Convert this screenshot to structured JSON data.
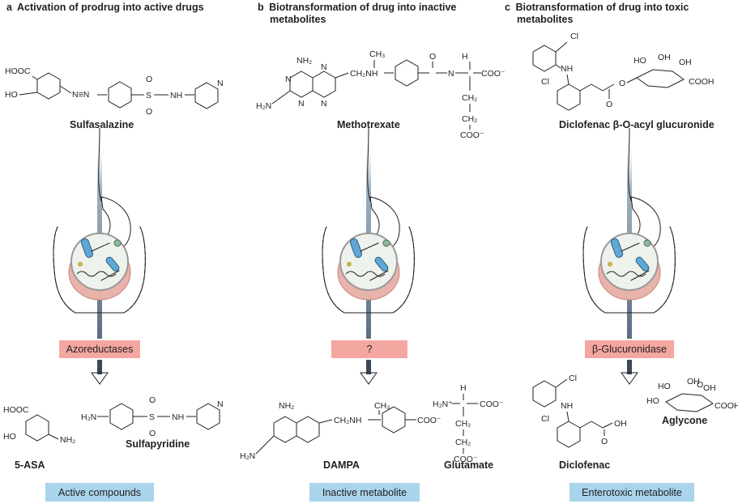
{
  "panels": [
    {
      "letter": "a",
      "title": "Activation of prodrug into active drugs",
      "substrate": "Sulfasalazine",
      "enzyme": "Azoreductases",
      "products": [
        "5-ASA",
        "Sulfapyridine"
      ],
      "result": "Active compounds"
    },
    {
      "letter": "b",
      "title_line1": "Biotransformation of drug into inactive",
      "title_line2": "metabolites",
      "substrate": "Methotrexate",
      "enzyme": "?",
      "products": [
        "DAMPA",
        "Glutamate"
      ],
      "result": "Inactive metabolite"
    },
    {
      "letter": "c",
      "title_line1": "Biotransformation of drug into toxic",
      "title_line2": "metabolites",
      "substrate": "Diclofenac β-O-acyl glucuronide",
      "enzyme": "β-Glucuronidase",
      "products": [
        "Diclofenac",
        "Aglycone"
      ],
      "result": "Enterotoxic metabolite"
    }
  ],
  "atom_labels": {
    "cooh": "COOH",
    "hooc": "HOOC",
    "ho": "HO",
    "oh": "OH",
    "o": "O",
    "s": "S",
    "n": "N",
    "nh": "NH",
    "nh2": "NH₂",
    "h2n": "H₂N",
    "h2n_plus": "H₂N⁺",
    "ch3": "CH₃",
    "ch2": "CH₂",
    "ch2nh": "CH₂NH",
    "coo_minus": "COO⁻",
    "h": "H",
    "cl": "Cl",
    "nequiv": "N≡N",
    "nh_bond": "—NH"
  },
  "colors": {
    "enzyme_box": "#f4a6a0",
    "result_box": "#a9d4ec",
    "arrow": "#3c4a57",
    "stomach": "#b5606a",
    "intestine": "#e8b3aa"
  }
}
